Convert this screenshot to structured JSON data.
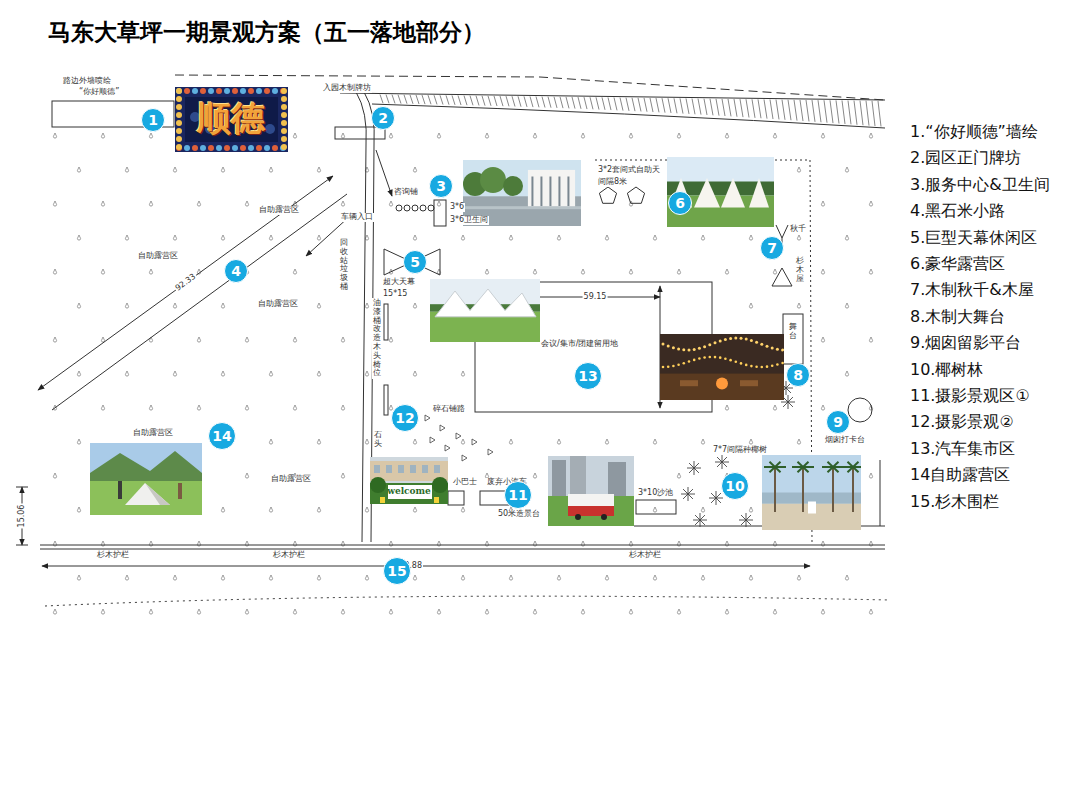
{
  "diagram": {
    "title": "马东大草坪一期景观方案（五一落地部分）",
    "nodes": [
      {
        "text": [
          "1"
        ]
      },
      {
        "text": [
          "2"
        ]
      },
      {
        "text": [
          "3"
        ]
      },
      {
        "text": [
          "4"
        ]
      },
      {
        "text": [
          "5"
        ]
      },
      {
        "text": [
          "6"
        ]
      },
      {
        "text": [
          "7"
        ]
      },
      {
        "text": [
          "8"
        ]
      },
      {
        "text": [
          "9"
        ]
      },
      {
        "text": [
          "10"
        ]
      },
      {
        "text": [
          "11"
        ]
      },
      {
        "text": [
          "12"
        ]
      },
      {
        "text": [
          "13"
        ]
      },
      {
        "text": [
          "14"
        ]
      },
      {
        "text": [
          "15"
        ]
      }
    ],
    "labels": [
      "路边外墙喷绘",
      "“你好顺德”",
      "顺德",
      "入园木制牌坊",
      "自助露营区",
      "自助露营区",
      "自助露营区",
      "自助露营区",
      "自助露营区",
      "92.33",
      "咨询铺",
      "3*6",
      "3*6卫生间",
      "3*2套间式自助天",
      "间隔8米",
      "车辆入口",
      "回收站垃圾桶",
      "油漆桶改造木头椅位",
      "石头",
      "超大天幕",
      "15*15",
      "59.15",
      "会议/集市/团建留用地",
      "秋千",
      "杉木屋",
      "舞台",
      "烟囱打卡台",
      "碎石铺路",
      "7*7间隔种椰树",
      "小巴士",
      "废弃小汽车",
      "3*10沙池",
      "50米造景台",
      "welcome",
      "15.06",
      "杉木护栏",
      "杉木护栏",
      "杉木护栏",
      "190.88",
      "1.“你好顺德”墙绘",
      "2.园区正门牌坊",
      "3.服务中心&卫生间",
      "4.黑石米小路",
      "5.巨型天幕休闲区",
      "6.豪华露营区",
      "7.木制秋千&木屋",
      "8.木制大舞台",
      "9.烟囱留影平台",
      "10.椰树林",
      "11.摄影景观区①",
      "12.摄影景观②",
      "13.汽车集市区",
      "14自助露营区",
      "15.杉木围栏"
    ]
  }
}
